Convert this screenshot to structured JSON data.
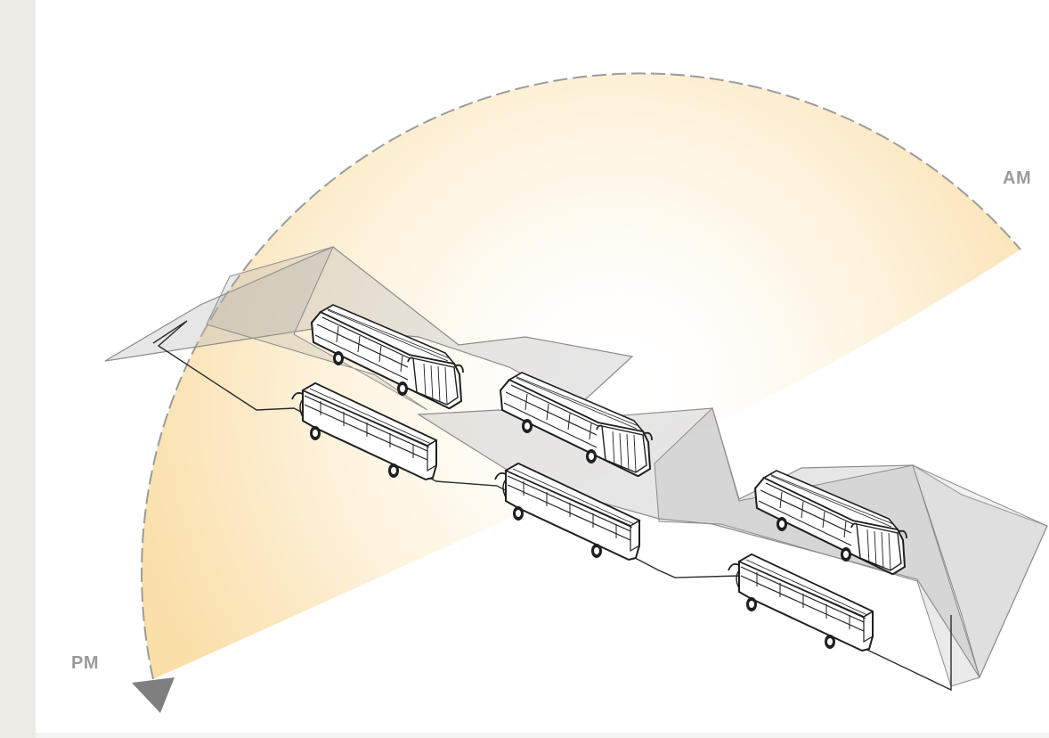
{
  "diagram": {
    "labels": {
      "am": "AM",
      "pm": "PM"
    },
    "colors": {
      "sun_glow": "#fbe4b4",
      "arc": "#9b9b9b",
      "arrow": "#7f7f7f",
      "label": "#9a9a9a",
      "shadow_fill": "#b8b8b8",
      "shadow_stroke": "#8c8c8c",
      "route": "#2b2b2b",
      "bus_body": "#ffffff",
      "bus_line": "#1f1f1f",
      "panel": "#ecebe5"
    },
    "buses": [
      {
        "name": "bus-1",
        "facing": "right-front"
      },
      {
        "name": "bus-2",
        "facing": "left-front"
      },
      {
        "name": "bus-3",
        "facing": "right-front"
      },
      {
        "name": "bus-4",
        "facing": "left-front"
      },
      {
        "name": "bus-5",
        "facing": "right-front"
      },
      {
        "name": "bus-6",
        "facing": "left-front"
      }
    ]
  }
}
